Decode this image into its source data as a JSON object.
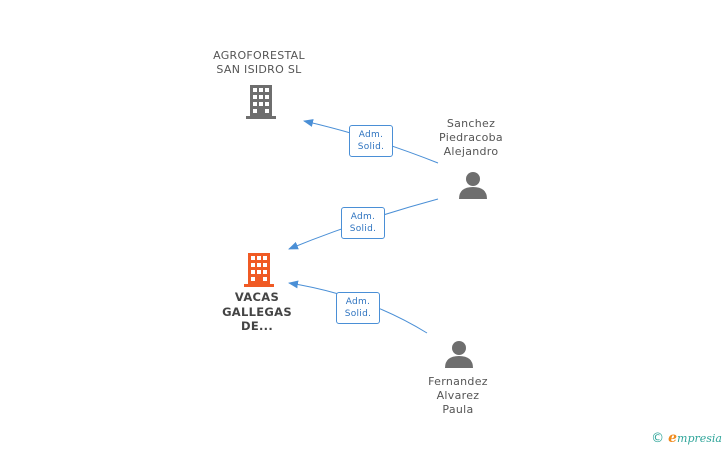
{
  "nodes": {
    "agroforestal": {
      "label_lines": [
        "AGROFORESTAL",
        "SAN ISIDRO SL"
      ],
      "icon": "building-icon",
      "color": "#6e6e6e"
    },
    "vacas": {
      "label_lines": [
        "VACAS",
        "GALLEGAS",
        "DE..."
      ],
      "icon": "building-icon",
      "color": "#f05a24"
    },
    "sanchez": {
      "label_lines": [
        "Sanchez",
        "Piedracoba",
        "Alejandro"
      ],
      "icon": "person-icon",
      "color": "#6e6e6e"
    },
    "fernandez": {
      "label_lines": [
        "Fernandez",
        "Alvarez",
        "Paula"
      ],
      "icon": "person-icon",
      "color": "#6e6e6e"
    }
  },
  "edges": [
    {
      "from": "sanchez",
      "to": "agroforestal",
      "label_lines": [
        "Adm.",
        "Solid."
      ]
    },
    {
      "from": "sanchez",
      "to": "vacas",
      "label_lines": [
        "Adm.",
        "Solid."
      ]
    },
    {
      "from": "fernandez",
      "to": "vacas",
      "label_lines": [
        "Adm.",
        "Solid."
      ]
    }
  ],
  "edge_color": "#4a8fd6",
  "footer": {
    "copyright_symbol": "©",
    "brand_initial": "e",
    "brand_rest": "mpresia"
  }
}
